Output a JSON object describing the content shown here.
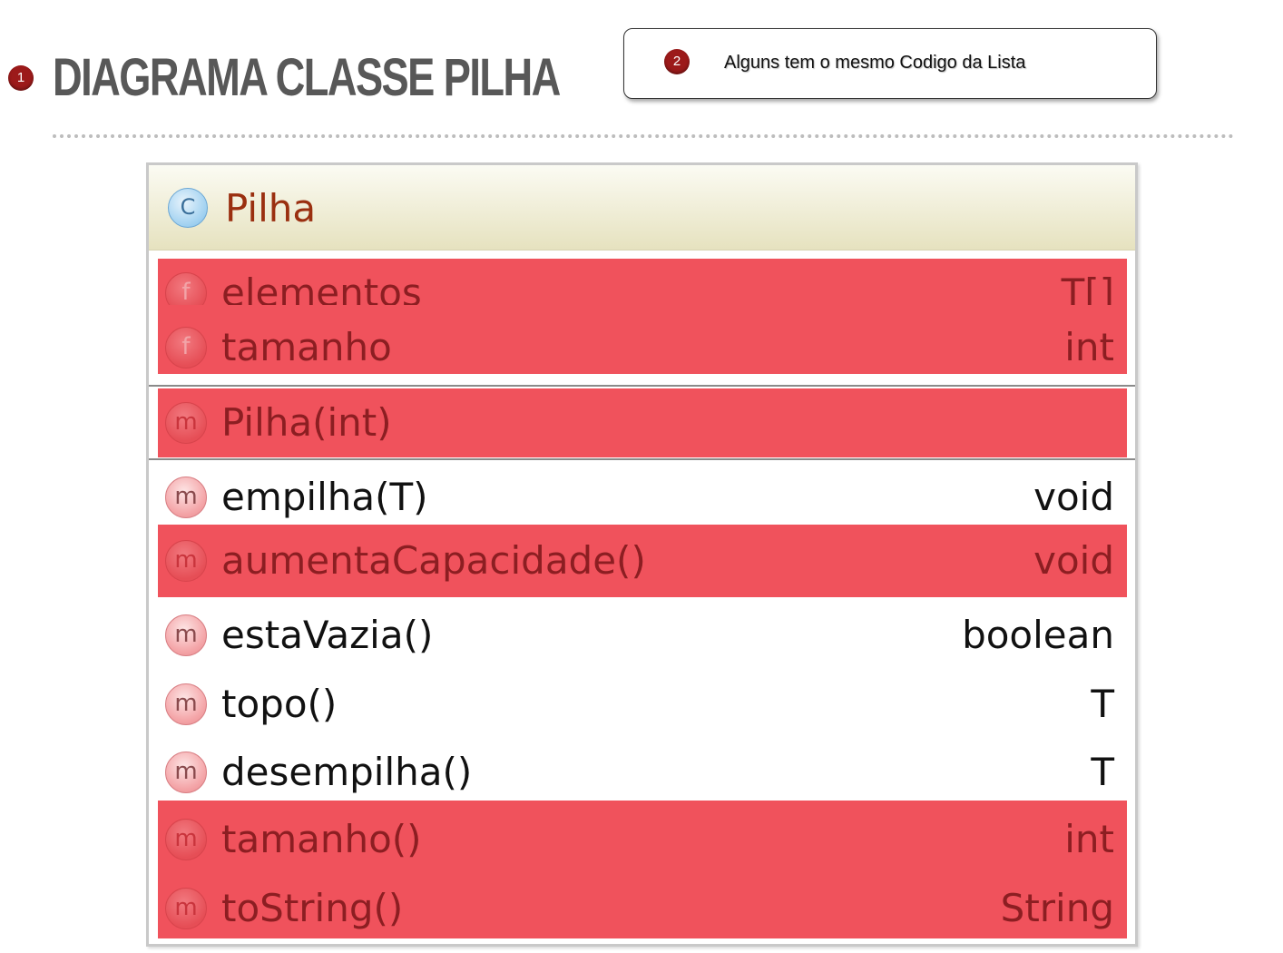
{
  "header": {
    "step_one": "1",
    "title": "DIAGRAMA CLASSE PILHA",
    "step_two": "2",
    "note": "Alguns tem o mesmo Codigo da Lista"
  },
  "colors": {
    "highlight": "#f0525c",
    "title": "#585858",
    "class_name": "#9a2f10",
    "step_dot": "#9c1a1a"
  },
  "class_diagram": {
    "icon_letter": "C",
    "icon_name": "class-icon",
    "name": "Pilha",
    "fields": [
      {
        "icon": "f",
        "name": "elementos",
        "type": "T[]",
        "highlighted": true
      },
      {
        "icon": "f",
        "name": "tamanho",
        "type": "int",
        "highlighted": true
      }
    ],
    "constructors": [
      {
        "icon": "m",
        "name": "Pilha(int)",
        "type": "",
        "highlighted": true
      }
    ],
    "methods": [
      {
        "icon": "m",
        "name": "empilha(T)",
        "type": "void",
        "highlighted": false
      },
      {
        "icon": "m",
        "name": "aumentaCapacidade()",
        "type": "void",
        "highlighted": true
      },
      {
        "icon": "m",
        "name": "estaVazia()",
        "type": "boolean",
        "highlighted": false
      },
      {
        "icon": "m",
        "name": "topo()",
        "type": "T",
        "highlighted": false
      },
      {
        "icon": "m",
        "name": "desempilha()",
        "type": "T",
        "highlighted": false
      },
      {
        "icon": "m",
        "name": "tamanho()",
        "type": "int",
        "highlighted": true
      },
      {
        "icon": "m",
        "name": "toString()",
        "type": "String",
        "highlighted": true
      }
    ]
  }
}
